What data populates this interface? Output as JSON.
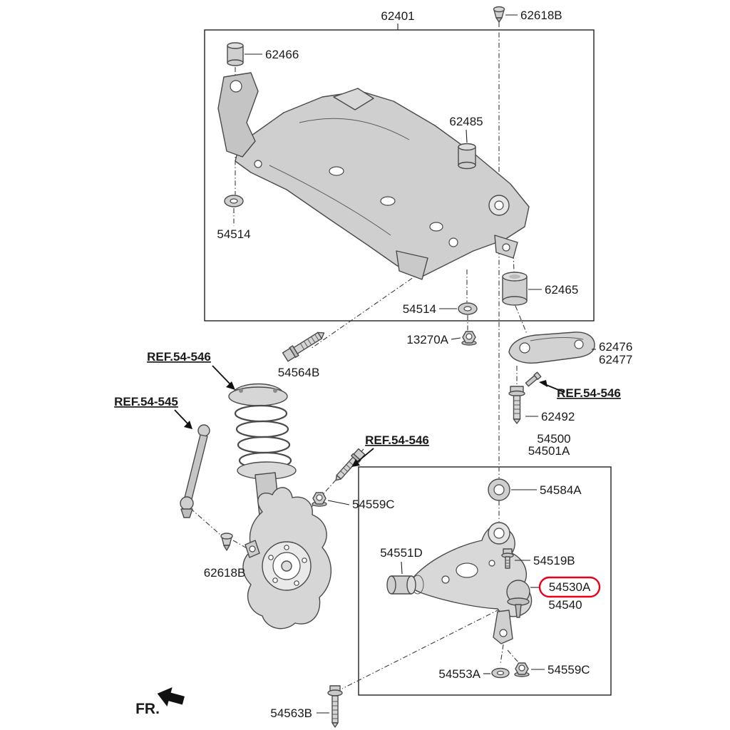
{
  "diagram": {
    "highlight_color": "#e8001d",
    "line_color": "#231f20",
    "labels": {
      "l62401": "62401",
      "l62618b_top": "62618B",
      "l62466": "62466",
      "l62485": "62485",
      "l54514_left": "54514",
      "l62465": "62465",
      "l54514_mid": "54514",
      "l13270a": "13270A",
      "l62476": "62476",
      "l62477": "62477",
      "l54564b": "54564B",
      "ref_54_546_a": "REF.54-546",
      "ref_54_545": "REF.54-545",
      "ref_54_546_b": "REF.54-546",
      "ref_54_546_c": "REF.54-546",
      "l62492": "62492",
      "l54500": "54500",
      "l54501a": "54501A",
      "l54584a": "54584A",
      "l54551d": "54551D",
      "l54519b": "54519B",
      "l54530a": "54530A",
      "l54540": "54540",
      "l54559c_left": "54559C",
      "l62618b_lower": "62618B",
      "l54553a": "54553A",
      "l54559c_right": "54559C",
      "l54563b": "54563B",
      "fr": "FR."
    }
  }
}
